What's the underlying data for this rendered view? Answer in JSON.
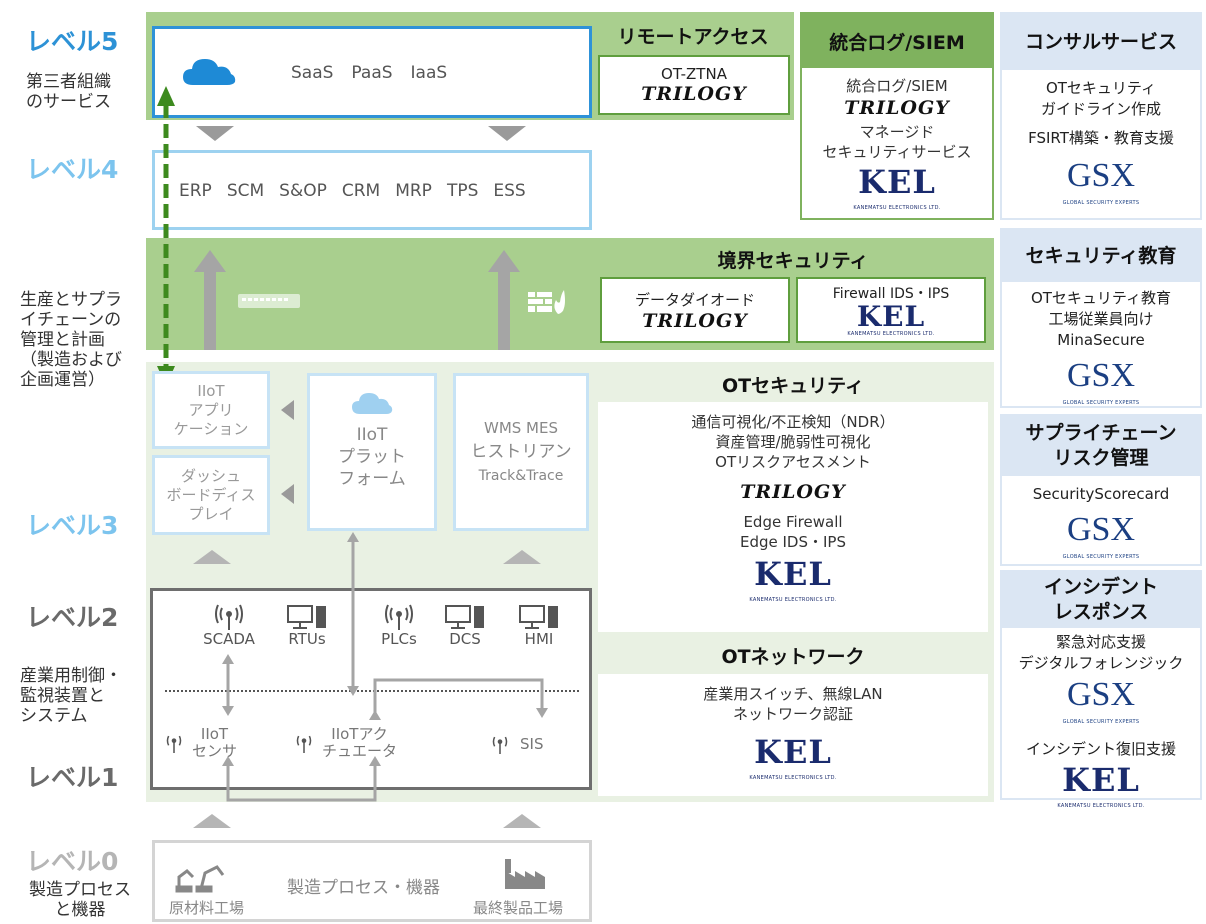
{
  "levels": {
    "l5": {
      "label": "レベル5",
      "desc": [
        "第三者組織",
        "のサービス"
      ]
    },
    "l4": {
      "label": "レベル4",
      "desc": [
        "生産とサプラ",
        "イチェーンの",
        "管理と計画",
        "（製造および",
        "企画運営）"
      ]
    },
    "l3": {
      "label": "レベル3"
    },
    "l2": {
      "label": "レベル2",
      "desc": [
        "産業用制御・",
        "監視装置と",
        "システム"
      ]
    },
    "l1": {
      "label": "レベル1"
    },
    "l0": {
      "label": "レベル0",
      "desc": [
        "製造プロセス",
        "と機器"
      ]
    }
  },
  "cloud": {
    "items": [
      "SaaS",
      "PaaS",
      "IaaS"
    ],
    "icon": "cloud-icon"
  },
  "enterprise": {
    "items": [
      "ERP",
      "SCM",
      "S&OP",
      "CRM",
      "MRP",
      "TPS",
      "ESS"
    ]
  },
  "remote_access": {
    "title": "リモートアクセス",
    "product": "OT-ZTNA",
    "vendor": "TRILOGY"
  },
  "siem": {
    "title": "統合ログ/SIEM",
    "line1": "統合ログ/SIEM",
    "vendor1": "TRILOGY",
    "line2a": "マネージド",
    "line2b": "セキュリティサービス",
    "vendor2": "KEL",
    "vendor2_sub": "KANEMATSU ELECTRONICS LTD."
  },
  "boundary": {
    "title": "境界セキュリティ",
    "left": {
      "label": "データダイオード",
      "vendor": "TRILOGY"
    },
    "right": {
      "label": "Firewall  IDS・IPS",
      "vendor": "KEL",
      "vendor_sub": "KANEMATSU ELECTRONICS LTD."
    }
  },
  "level3": {
    "iiot_app": [
      "IIoT",
      "アプリ",
      "ケーション"
    ],
    "dashboard": [
      "ダッシュ",
      "ボードディス",
      "プレイ"
    ],
    "platform": [
      "IIoT",
      "プラット",
      "フォーム"
    ],
    "mes": {
      "line1": "WMS   MES",
      "line2": "ヒストリアン",
      "line3": "Track&Trace"
    }
  },
  "ot_security": {
    "title": "OTセキュリティ",
    "lines": [
      "通信可視化/不正検知（NDR）",
      "資産管理/脆弱性可視化",
      "OTリスクアセスメント"
    ],
    "vendor1": "TRILOGY",
    "edge": [
      "Edge Firewall",
      "Edge IDS・IPS"
    ],
    "vendor2": "KEL",
    "vendor2_sub": "KANEMATSU ELECTRONICS LTD."
  },
  "ot_network": {
    "title": "OTネットワーク",
    "lines": [
      "産業用スイッチ、無線LAN",
      "ネットワーク認証"
    ],
    "vendor": "KEL",
    "vendor_sub": "KANEMATSU ELECTRONICS LTD."
  },
  "level2_devices": [
    {
      "label": "SCADA",
      "icon": "antenna-icon"
    },
    {
      "label": "RTUs",
      "icon": "computer-icon"
    },
    {
      "label": "PLCs",
      "icon": "antenna-icon"
    },
    {
      "label": "DCS",
      "icon": "computer-icon"
    },
    {
      "label": "HMI",
      "icon": "computer-icon"
    }
  ],
  "level1_devices": [
    {
      "label": [
        "IIoT",
        "センサ"
      ],
      "icon": "antenna-icon"
    },
    {
      "label": [
        "IIoTアク",
        "チュエータ"
      ],
      "icon": "antenna-icon"
    },
    {
      "label": [
        "SIS"
      ],
      "icon": "antenna-icon"
    }
  ],
  "level0": {
    "raw": "原材料工場",
    "process": "製造プロセス・機器",
    "final": "最終製品工場"
  },
  "right_column": {
    "consulting": {
      "title": "コンサルサービス",
      "lines": [
        "OTセキュリティ",
        "ガイドライン作成"
      ],
      "line3": "FSIRT構築・教育支援",
      "vendor": "GSX",
      "vendor_sub": "GLOBAL SECURITY EXPERTS"
    },
    "education": {
      "title": "セキュリティ教育",
      "lines": [
        "OTセキュリティ教育",
        "工場従業員向け",
        "MinaSecure"
      ],
      "vendor": "GSX",
      "vendor_sub": "GLOBAL SECURITY EXPERTS"
    },
    "supply": {
      "title": [
        "サプライチェーン",
        "リスク管理"
      ],
      "line": "SecurityScorecard",
      "vendor": "GSX",
      "vendor_sub": "GLOBAL SECURITY EXPERTS"
    },
    "incident": {
      "title": [
        "インシデント",
        "レスポンス"
      ],
      "lines": [
        "緊急対応支援",
        "デジタルフォレンジック"
      ],
      "vendor1": "GSX",
      "vendor1_sub": "GLOBAL SECURITY EXPERTS",
      "line3": "インシデント復旧支援",
      "vendor2": "KEL",
      "vendor2_sub": "KANEMATSU ELECTRONICS LTD."
    }
  },
  "colors": {
    "accent_blue": "#2d92d6",
    "band_green": "#a9cf8e",
    "dark_green_arrow": "#3d8a1e",
    "right_header": "#dbe6f3"
  }
}
